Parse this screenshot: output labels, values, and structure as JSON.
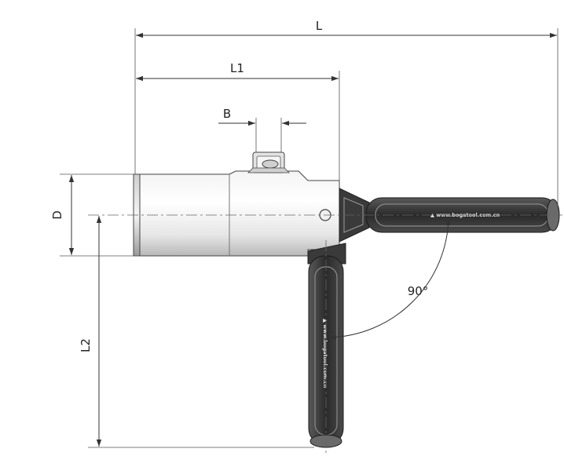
{
  "dimensions": {
    "L": "L",
    "L1": "L1",
    "B": "B",
    "D": "D",
    "L2": "L2",
    "angle": "90°"
  },
  "handle_marking": {
    "horizontal": "▲ www.bogatool.com.cn",
    "vertical": "▲ www.bogatool.com.cn"
  },
  "colors": {
    "line": "#333333",
    "handle_dark": "#3a3a3a",
    "handle_grip": "#1e1e1e"
  }
}
